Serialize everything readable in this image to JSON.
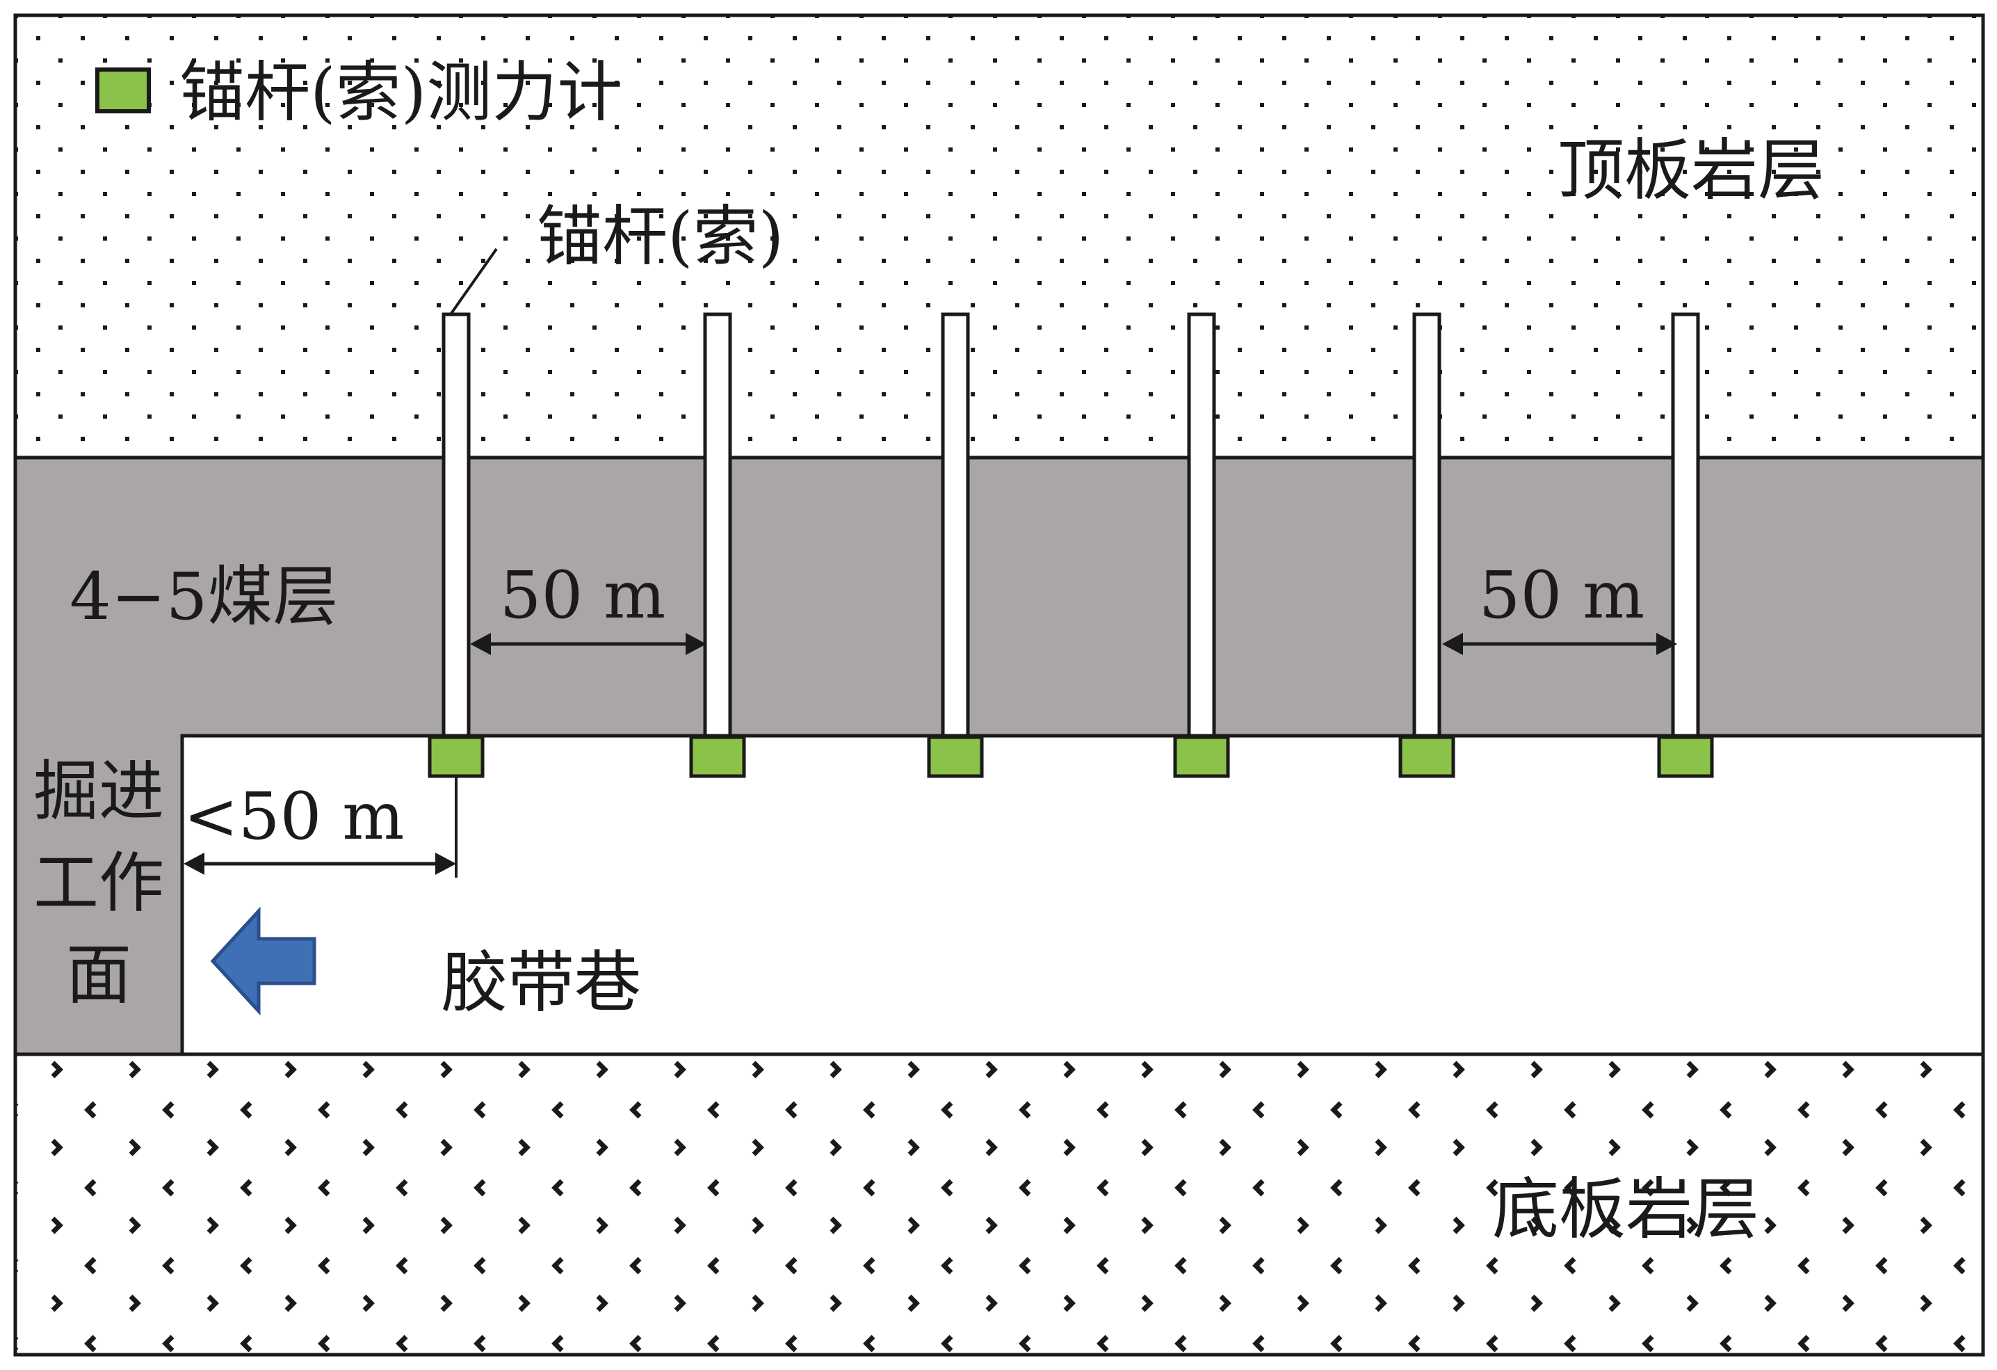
{
  "legend": {
    "meter_label": "锚杆(索)测力计"
  },
  "strata": {
    "roof_label": "顶板岩层",
    "coal_seam_label": "4−5煤层",
    "floor_label": "底板岩层"
  },
  "roadway": {
    "label": "胶带巷",
    "face_label_lines": [
      "掘进",
      "工作",
      "面"
    ]
  },
  "bolt": {
    "callout_label": "锚杆(索)",
    "count": 6
  },
  "dimensions": {
    "spacing_left": "50 m",
    "spacing_right": "50 m",
    "face_distance": "<50 m"
  },
  "colors": {
    "coal_seam": "#aaa6a6",
    "load_cell": "#8bc34a",
    "arrow": "#3f6fb5",
    "outline": "#1a1a1a"
  },
  "icons": {
    "legend_marker": "green-square-icon",
    "direction_arrow": "left-arrow-icon"
  }
}
